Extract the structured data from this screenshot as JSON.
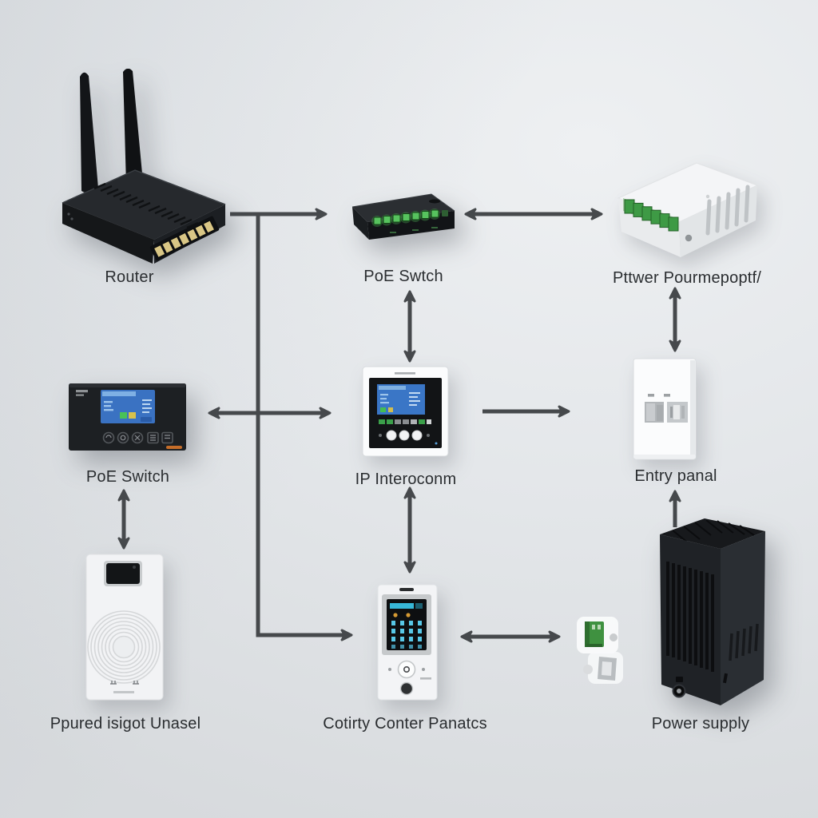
{
  "diagram": {
    "nodes": [
      {
        "id": "router",
        "label": "Router"
      },
      {
        "id": "poe-switch-top",
        "label": "PoE Swtch"
      },
      {
        "id": "poe-power-injector",
        "label": "Pttwer Pourmepoptf/"
      },
      {
        "id": "poe-switch-panel",
        "label": "PoE Switch"
      },
      {
        "id": "ip-intercom",
        "label": "IP Interoconm"
      },
      {
        "id": "entry-panel",
        "label": "Entry panal"
      },
      {
        "id": "door-station",
        "label": "Ppured isigot Unasel"
      },
      {
        "id": "keypad-station",
        "label": "Cotirty Conter Panatcs"
      },
      {
        "id": "power-supply",
        "label": "Power supply"
      }
    ],
    "connections": [
      {
        "from": "router",
        "to": "poe-switch-top",
        "arrowheads": "end"
      },
      {
        "from": "poe-switch-top",
        "to": "poe-power-injector",
        "arrowheads": "both"
      },
      {
        "from": "poe-switch-top",
        "to": "ip-intercom",
        "arrowheads": "both"
      },
      {
        "from": "poe-power-injector",
        "to": "entry-panel",
        "arrowheads": "both"
      },
      {
        "from": "router",
        "to": "keypad-station",
        "arrowheads": "end"
      },
      {
        "from": "poe-switch-panel",
        "to": "ip-intercom",
        "arrowheads": "both"
      },
      {
        "from": "ip-intercom",
        "to": "entry-panel",
        "arrowheads": "end"
      },
      {
        "from": "poe-switch-panel",
        "to": "door-station",
        "arrowheads": "both"
      },
      {
        "from": "ip-intercom",
        "to": "keypad-station",
        "arrowheads": "both"
      },
      {
        "from": "power-supply",
        "to": "entry-panel",
        "arrowheads": "start"
      },
      {
        "from": "keypad-station",
        "to": "connector-module",
        "arrowheads": "both"
      }
    ],
    "colors": {
      "background": "#e4e7ea",
      "connector": "#46494c",
      "label": "#2a2d30",
      "port_green": "#57c25e",
      "screen_blue": "#3a76c6",
      "accent_orange": "#d8762a"
    }
  }
}
